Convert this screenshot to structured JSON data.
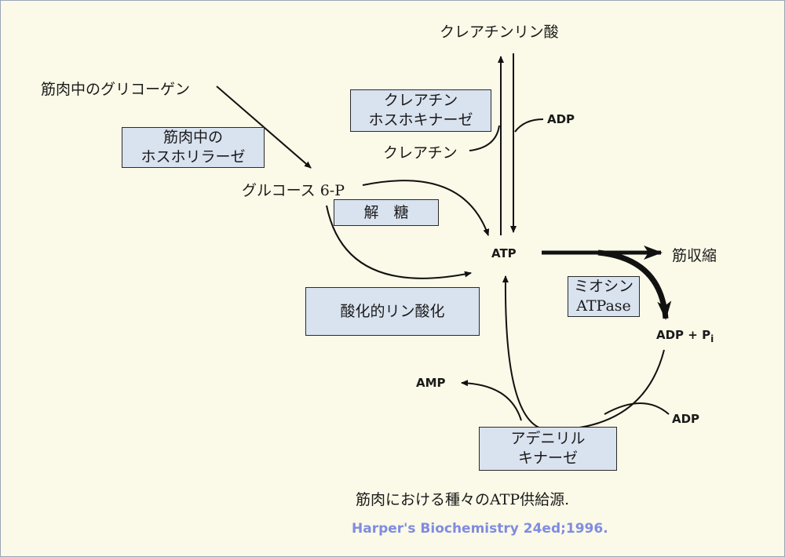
{
  "labels": {
    "creatine_phosphate": "クレアチンリン酸",
    "glycogen": "筋肉中のグリコーゲン",
    "glucose6p": "グルコース 6-P",
    "creatine": "クレアチン",
    "adp_top": "ADP",
    "atp": "ATP",
    "contraction": "筋収縮",
    "adp_pi": "ADP + P",
    "pi_subscript": "i",
    "amp": "AMP",
    "adp_bottom": "ADP"
  },
  "boxes": {
    "creatine_kinase": [
      "クレアチン",
      "ホスホキナーゼ"
    ],
    "phosphorylase": [
      "筋肉中の",
      "ホスホリラーゼ"
    ],
    "glycolysis": "解　糖",
    "oxidative_phosphorylation": "酸化的リン酸化",
    "myosin_atpase": [
      "ミオシン",
      "ATPase"
    ],
    "adenylate_kinase": [
      "アデニリル",
      "キナーゼ"
    ]
  },
  "caption": "筋肉における種々のATP供給源.",
  "credit": "Harper's Biochemistry 24ed;1996.",
  "colors": {
    "background": "#fbf9e7",
    "box_fill": "#d9e2ef",
    "credit": "#7f8ce0"
  }
}
